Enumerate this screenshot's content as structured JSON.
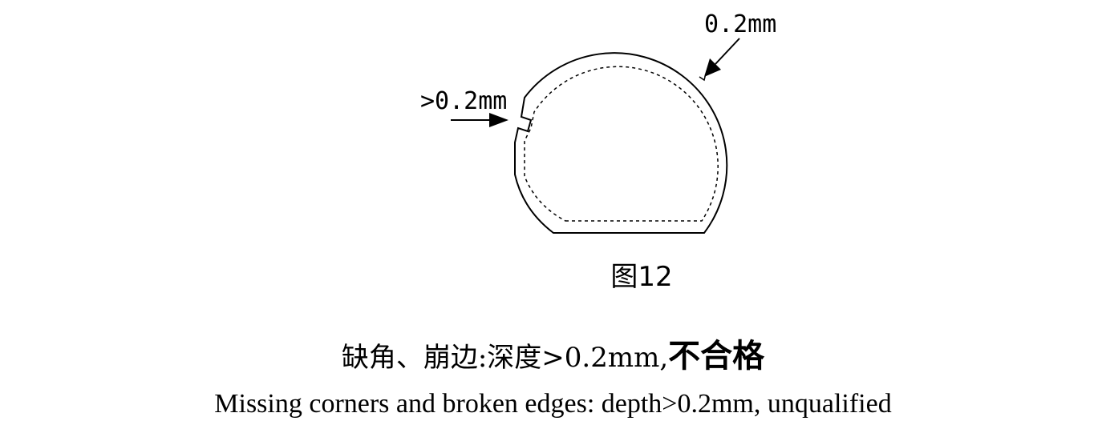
{
  "figure": {
    "callout_left": ">0.2mm",
    "callout_right": "0.2mm",
    "caption": "图12"
  },
  "description": {
    "cn_label": "缺角、崩边:深度>0.2mm,",
    "cn_verdict": "不合格",
    "en_text": "Missing corners and broken edges: depth>0.2mm, unqualified"
  }
}
